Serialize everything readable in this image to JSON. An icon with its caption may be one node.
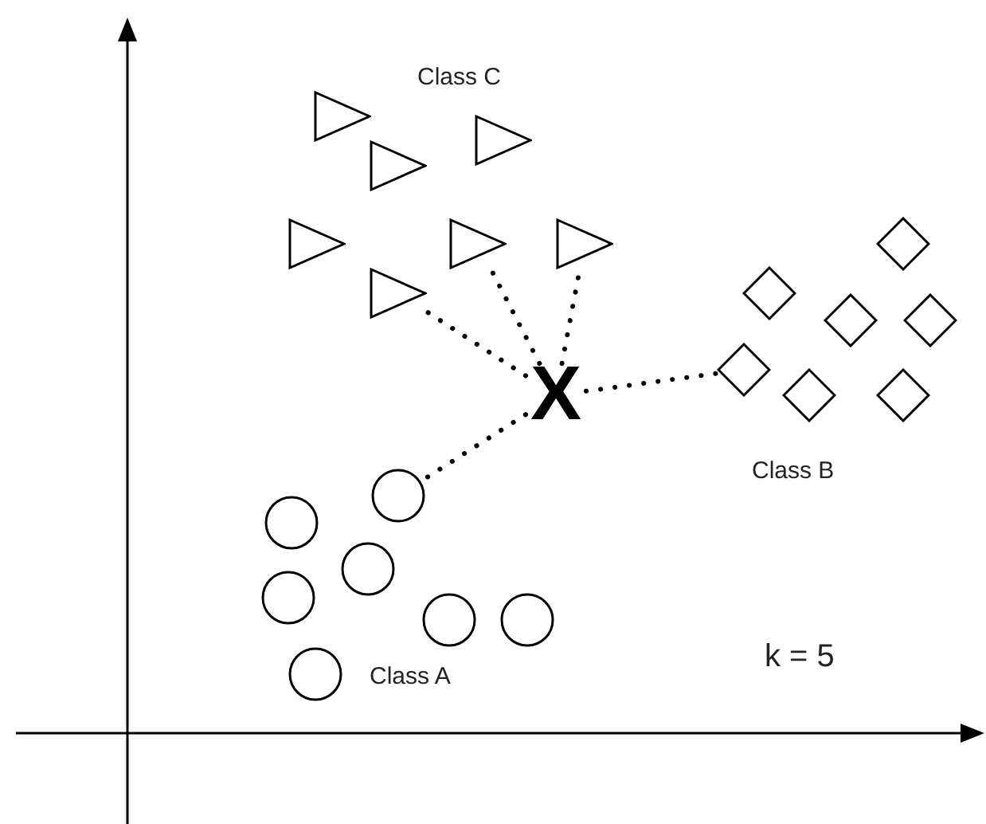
{
  "diagram": {
    "nodes": [
      {
        "text": [],
        "shape": "triangle"
      },
      {
        "text": [],
        "shape": "triangle"
      },
      {
        "text": [],
        "shape": "triangle"
      },
      {
        "text": [],
        "shape": "triangle"
      },
      {
        "text": [],
        "shape": "triangle"
      },
      {
        "text": [],
        "shape": "triangle"
      },
      {
        "text": [],
        "shape": "triangle"
      },
      {
        "text": [
          "X"
        ]
      },
      {
        "text": [],
        "shape": "diamond"
      },
      {
        "text": [],
        "shape": "diamond"
      },
      {
        "text": [],
        "shape": "diamond"
      },
      {
        "text": [],
        "shape": "diamond"
      },
      {
        "text": [],
        "shape": "diamond"
      },
      {
        "text": [],
        "shape": "diamond"
      },
      {
        "text": [],
        "shape": "diamond"
      },
      {
        "text": [],
        "shape": "circle"
      },
      {
        "text": [],
        "shape": "circle"
      },
      {
        "text": [],
        "shape": "circle"
      },
      {
        "text": [],
        "shape": "circle"
      },
      {
        "text": [],
        "shape": "circle"
      },
      {
        "text": [],
        "shape": "circle"
      },
      {
        "text": [],
        "shape": "circle"
      }
    ],
    "edges": [
      {
        "from": 7,
        "to": 6,
        "arrow": "none",
        "style": "dashed"
      },
      {
        "from": 7,
        "to": 4,
        "arrow": "none",
        "style": "dashed"
      },
      {
        "from": 7,
        "to": 5,
        "arrow": "none",
        "style": "dashed"
      },
      {
        "from": 7,
        "to": 12,
        "arrow": "none",
        "style": "dashed"
      },
      {
        "from": 7,
        "to": 15,
        "arrow": "none",
        "style": "dashed"
      }
    ],
    "labels": [
      "Class C",
      "Class B",
      "k = 5",
      "Class A"
    ]
  }
}
